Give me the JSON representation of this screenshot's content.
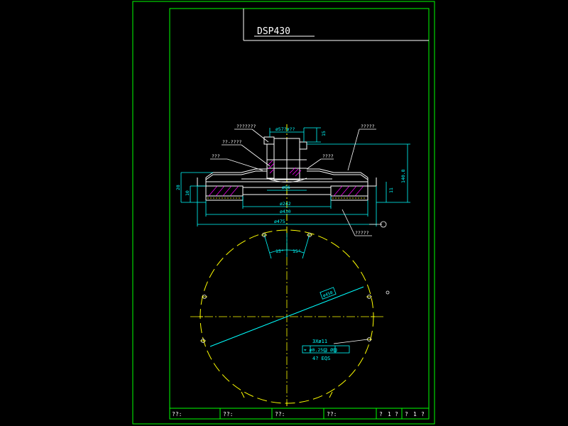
{
  "title_block": {
    "drawing_title": "DSP430"
  },
  "colors": {
    "frame": "#00ff00",
    "part": "#ffffff",
    "dimension": "#00ffff",
    "centerline": "#ffff00",
    "leader": "#ff00ff",
    "background": "#000000"
  },
  "section_view": {
    "labels": {
      "top_left_1": "???????",
      "top_left_2": "??-????",
      "top_left_3": "???",
      "top_center_dim": "ø57?ø??",
      "top_vertical_dim": "15",
      "right_top": "?????",
      "center_small": "????",
      "right_height": "140.8",
      "left_height_outer": "28",
      "left_height_inner": "10",
      "right_height_small": "11",
      "inner_diameter": "ø86",
      "diameter_242": "ø242",
      "diameter_430": "ø430",
      "diameter_475": "ø475",
      "bottom_right": "?????"
    }
  },
  "bolt_circle_view": {
    "angle_left": "15°",
    "angle_right": "15°",
    "pcd_label": "ø450",
    "hole_spec": "3Xø11",
    "tolerance_frame": "⌖ ø0.25Ⓜ  ØⓂ",
    "equal_spacing": "4? EQS"
  },
  "title_bar": {
    "cell_1": "??:",
    "cell_2": "??:",
    "cell_3": "??:",
    "cell_4": "??:",
    "cell_5": "?",
    "cell_6": "1",
    "cell_7": "?",
    "cell_8": "?",
    "cell_9": "1",
    "cell_10": "?"
  }
}
